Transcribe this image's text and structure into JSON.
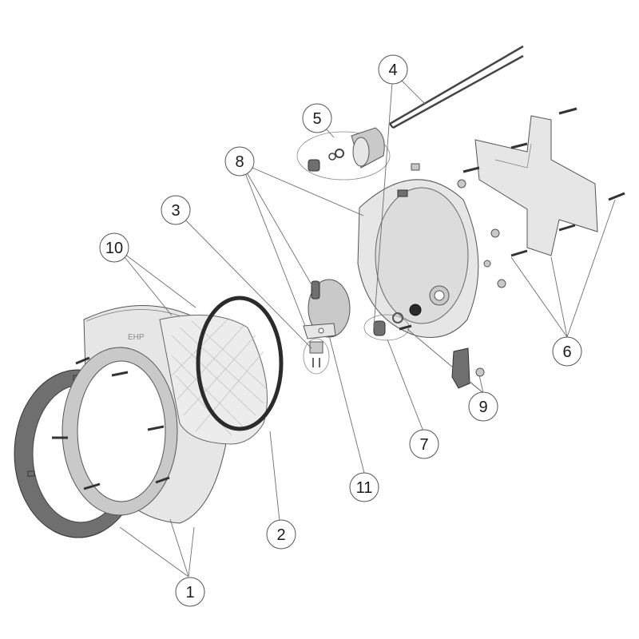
{
  "diagram": {
    "callouts": [
      {
        "label": "1"
      },
      {
        "label": "2"
      },
      {
        "label": "3"
      },
      {
        "label": "4"
      },
      {
        "label": "5"
      },
      {
        "label": "6"
      },
      {
        "label": "7"
      },
      {
        "label": "8"
      },
      {
        "label": "9"
      },
      {
        "label": "10"
      },
      {
        "label": "11"
      }
    ],
    "cover_marking": "EHP",
    "colors": {
      "outline": "#555555",
      "light_part": "#e6e6e6",
      "mid_part": "#c9c9c9",
      "dark_part": "#6f6f6f",
      "gasket": "#2b2b2b",
      "leader": "#6e6e6e"
    }
  }
}
